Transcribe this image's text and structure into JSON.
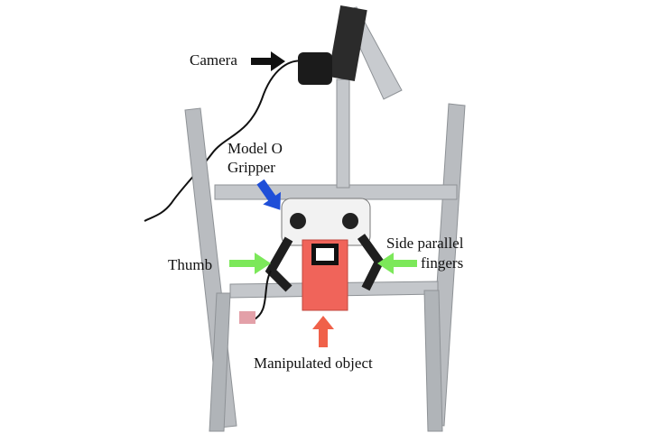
{
  "labels": {
    "camera": "Camera",
    "gripper_line1": "Model O",
    "gripper_line2": "Gripper",
    "thumb": "Thumb",
    "side_line1": "Side parallel",
    "side_line2": "fingers",
    "object": "Manipulated object"
  },
  "colors": {
    "camera_arrow": "#111111",
    "gripper_arrow": "#1f4fd8",
    "finger_arrows": "#7ce85a",
    "object_arrow": "#f0614a",
    "frame": "#b9bcc0",
    "object": "#f0645a"
  }
}
